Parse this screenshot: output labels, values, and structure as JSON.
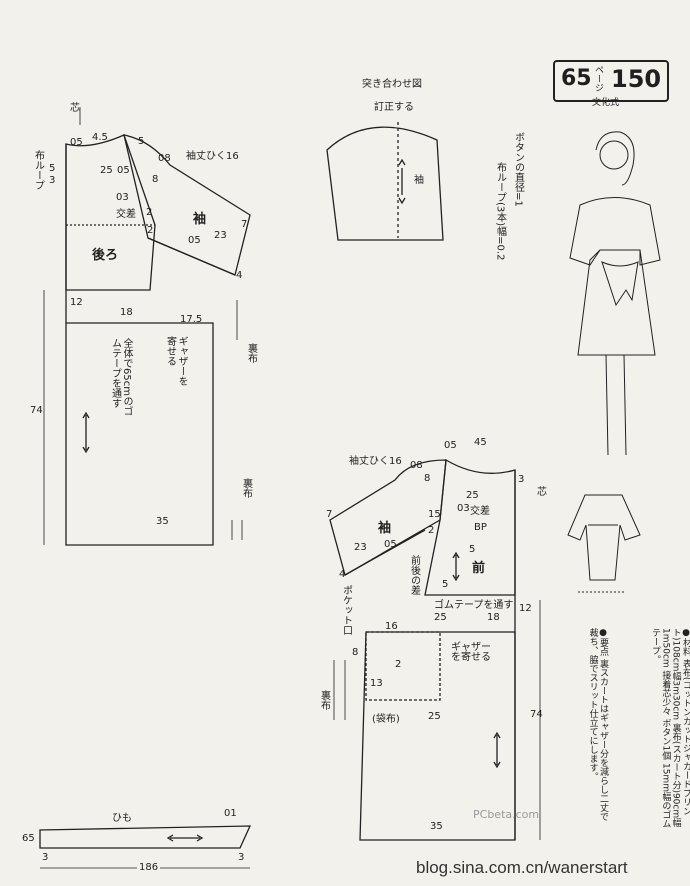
{
  "header": {
    "page_number": "65",
    "page_unit": "ページ",
    "pattern_number": "150",
    "publisher_style": "文化式"
  },
  "diagram_top": {
    "title": "突き合わせ図",
    "subtitle": "訂正する",
    "sleeve_label": "袖"
  },
  "back_piece": {
    "fold": "芯",
    "cloth_loop": "布ループ",
    "label": "後ろ",
    "sleeve": "袖",
    "sleeve_length_note": "袖丈ひく16",
    "cross": "交差",
    "gather": "ギャザーを寄せる",
    "elastic_note": "全体で65cmのゴムテープを通す",
    "lining": "裏布",
    "dims": [
      "05",
      "4.5",
      "5",
      "25",
      "05",
      "5",
      "3",
      "08",
      "8",
      "03",
      "2",
      "2",
      "05",
      "23",
      "7",
      "4",
      "12",
      "18",
      "17.5",
      "74",
      "35"
    ]
  },
  "front_piece": {
    "label": "前",
    "sleeve": "袖",
    "sleeve_length_note": "袖丈ひく16",
    "cross": "交差",
    "bp": "BP",
    "front_back_same": "前後の差",
    "pocket": "ポケット口",
    "elastic": "ゴムテープを通す",
    "gather": "ギャザーを寄せる",
    "pocket_cloth": "(袋布)",
    "lining": "裏布",
    "fold": "芯",
    "dims": [
      "05",
      "45",
      "08",
      "8",
      "25",
      "3",
      "15",
      "03",
      "2",
      "05",
      "23",
      "7",
      "4",
      "5",
      "5",
      "12",
      "16",
      "25",
      "18",
      "8",
      "2",
      "13",
      "25",
      "74",
      "35"
    ]
  },
  "tie": {
    "label": "ひも",
    "dims": [
      "65",
      "3",
      "01",
      "3",
      "186"
    ]
  },
  "notes": {
    "button_note": "ボタンの直径=1",
    "loop_note": "布ループ(3本)幅=0.2",
    "materials": "●材料 表布(コットンカットジャカードプリント)108cm幅3m30cm 裏布(スカート分)90cm幅1m50cm 接着芯少々 ボタン1個 15mm幅のゴムテープ。",
    "points": "●要点 裏スカートはギャザー分を減らし二丈で裁ち、脇でスリット仕立てにします。"
  },
  "watermark": "PCbeta.com",
  "footer": "blog.sina.com.cn/wanerstart"
}
